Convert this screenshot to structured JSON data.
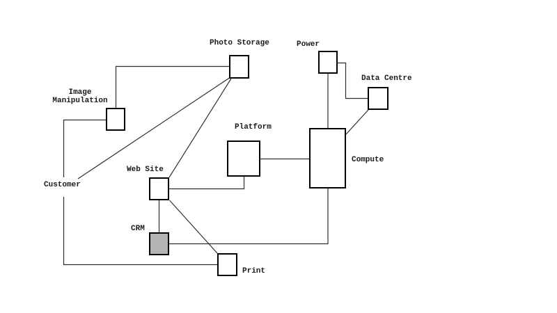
{
  "diagram": {
    "background_color": "#ffffff",
    "colors": {
      "box_border": "#000000",
      "box_fill": "#ffffff",
      "crm_fill": "#b3b3b3",
      "line": "#2e2e2e",
      "text": "#1a1a1a"
    },
    "nodes": {
      "photo_storage": {
        "label": "Photo Storage"
      },
      "power": {
        "label": "Power"
      },
      "data_centre": {
        "label": "Data Centre"
      },
      "image_manipulation": {
        "label": "Image Manipulation",
        "label_lines": [
          "Image",
          "Manipulation"
        ]
      },
      "platform": {
        "label": "Platform"
      },
      "compute": {
        "label": "Compute"
      },
      "customer": {
        "label": "Customer"
      },
      "web_site": {
        "label": "Web Site"
      },
      "crm": {
        "label": "CRM"
      },
      "print": {
        "label": "Print"
      }
    },
    "edges": [
      {
        "from": "image_manipulation",
        "to": "photo_storage",
        "style": "elbow"
      },
      {
        "from": "image_manipulation",
        "to": "customer",
        "style": "elbow"
      },
      {
        "from": "customer",
        "to": "photo_storage",
        "style": "diagonal"
      },
      {
        "from": "photo_storage",
        "to": "web_site",
        "style": "diagonal"
      },
      {
        "from": "customer",
        "to": "print",
        "style": "elbow"
      },
      {
        "from": "web_site",
        "to": "crm",
        "style": "straight"
      },
      {
        "from": "web_site",
        "to": "platform",
        "style": "elbow"
      },
      {
        "from": "web_site",
        "to": "print",
        "style": "diagonal"
      },
      {
        "from": "compute",
        "to": "crm",
        "style": "elbow"
      },
      {
        "from": "platform",
        "to": "compute",
        "style": "straight"
      },
      {
        "from": "power",
        "to": "compute",
        "style": "straight"
      },
      {
        "from": "power",
        "to": "data_centre",
        "style": "elbow"
      },
      {
        "from": "data_centre",
        "to": "compute",
        "style": "diagonal"
      }
    ]
  }
}
